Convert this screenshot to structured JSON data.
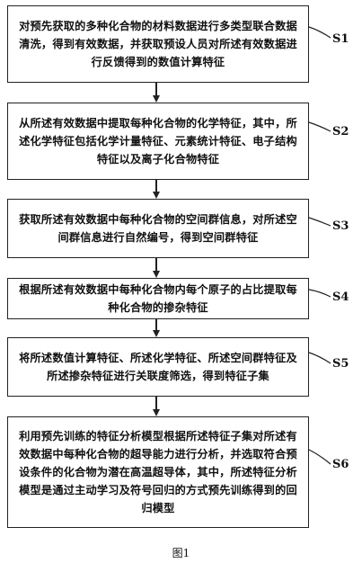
{
  "steps": [
    {
      "id": "S1",
      "text": "对预先获取的多种化合物的材料数据进行多类型联合数据清洗，得到有效数据，并获取预设人员对所述有效数据进行反馈得到的数值计算特征"
    },
    {
      "id": "S2",
      "text": "从所述有效数据中提取每种化合物的化学特征，其中，所述化学特征包括化学计量特征、元素统计特征、电子结构特征以及离子化合物特征"
    },
    {
      "id": "S3",
      "text": "获取所述有效数据中每种化合物的空间群信息，对所述空间群信息进行自然编号，得到空间群特征"
    },
    {
      "id": "S4",
      "text": "根据所述有效数据中每种化合物内每个原子的占比提取每种化合物的掺杂特征"
    },
    {
      "id": "S5",
      "text": "将所述数值计算特征、所述化学特征、所述空间群特征及所述掺杂特征进行关联度筛选，得到特征子集"
    },
    {
      "id": "S6",
      "text": "利用预先训练的特征分析模型根据所述特征子集对所述有效数据中每种化合物的超导能力进行分析，并选取符合预设条件的化合物为潜在高温超导体，其中，所述特征分析模型是通过主动学习及符号回归的方式预先训练得到的回归模型"
    }
  ],
  "caption": "图1"
}
